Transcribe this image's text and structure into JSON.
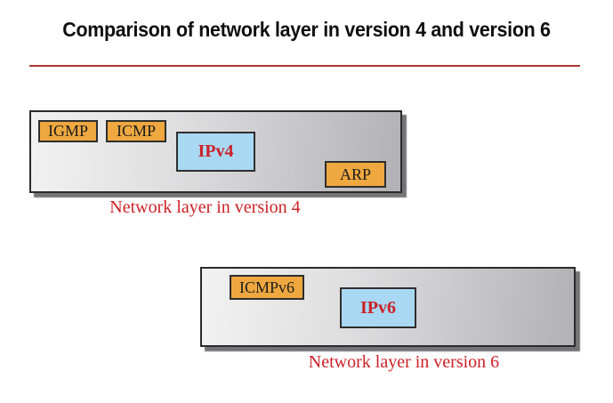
{
  "title": "Comparison of network layer in version 4 and version 6",
  "colors": {
    "protocol_box_orange": "#efa840",
    "ip_box_blue": "#a9d8f3",
    "accent_red_text": "#cc2127",
    "divider_red": "#a83830",
    "layer_box_border": "#2b2b2b"
  },
  "diagrams": [
    {
      "id": "v4",
      "caption": "Network layer in version 4",
      "protocols": [
        {
          "label": "IGMP"
        },
        {
          "label": "ICMP"
        },
        {
          "label": "IPv4"
        },
        {
          "label": "ARP"
        }
      ]
    },
    {
      "id": "v6",
      "caption": "Network layer in version 6",
      "protocols": [
        {
          "label": "ICMPv6"
        },
        {
          "label": "IPv6"
        }
      ]
    }
  ]
}
